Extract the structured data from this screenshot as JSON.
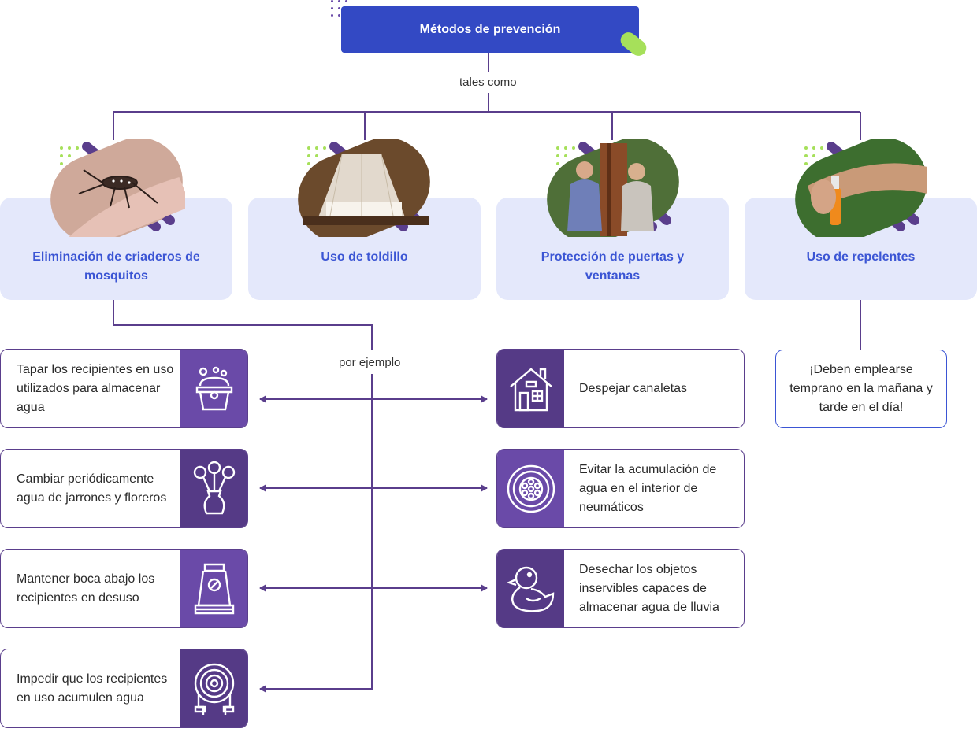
{
  "root": {
    "title": "Métodos de prevención"
  },
  "connectors": {
    "such_as": "tales como",
    "for_example": "por ejemplo"
  },
  "categories": [
    {
      "title": "Eliminación de criaderos de mosquitos",
      "photo": "mosquito-photo"
    },
    {
      "title": "Uso de toldillo",
      "photo": "bed-net-photo"
    },
    {
      "title": "Protección de puertas y ventanas",
      "photo": "people-at-door-photo"
    },
    {
      "title": "Uso de repelentes",
      "photo": "repellent-spray-photo"
    }
  ],
  "left_items": [
    {
      "text": "Tapar los recipientes en uso utilizados para almacenar agua",
      "icon": "bucket-icon"
    },
    {
      "text": "Cambiar periódicamente agua de jarrones y floreros",
      "icon": "flower-vase-icon"
    },
    {
      "text": "Mantener boca abajo los recipientes en desuso",
      "icon": "upside-down-container-icon"
    },
    {
      "text": "Impedir que los recipientes en uso acumulen agua",
      "icon": "hose-icon"
    }
  ],
  "right_items": [
    {
      "text": "Despejar canaletas",
      "icon": "house-icon"
    },
    {
      "text": "Evitar la acumulación de agua en el interior de neumáticos",
      "icon": "tire-icon"
    },
    {
      "text": "Desechar los objetos inservibles capaces de almacenar agua de lluvia",
      "icon": "rubber-duck-icon"
    }
  ],
  "repellent_note": "¡Deben emplearse temprano en la mañana y tarde en el día!",
  "colors": {
    "root_blue": "#3349c4",
    "category_bg": "#e4e8fb",
    "category_text": "#3b55d4",
    "purple_dark": "#553a86",
    "purple_mid": "#6a4aa8",
    "line_purple": "#5a3e8c",
    "accent_green": "#a6e05a"
  }
}
